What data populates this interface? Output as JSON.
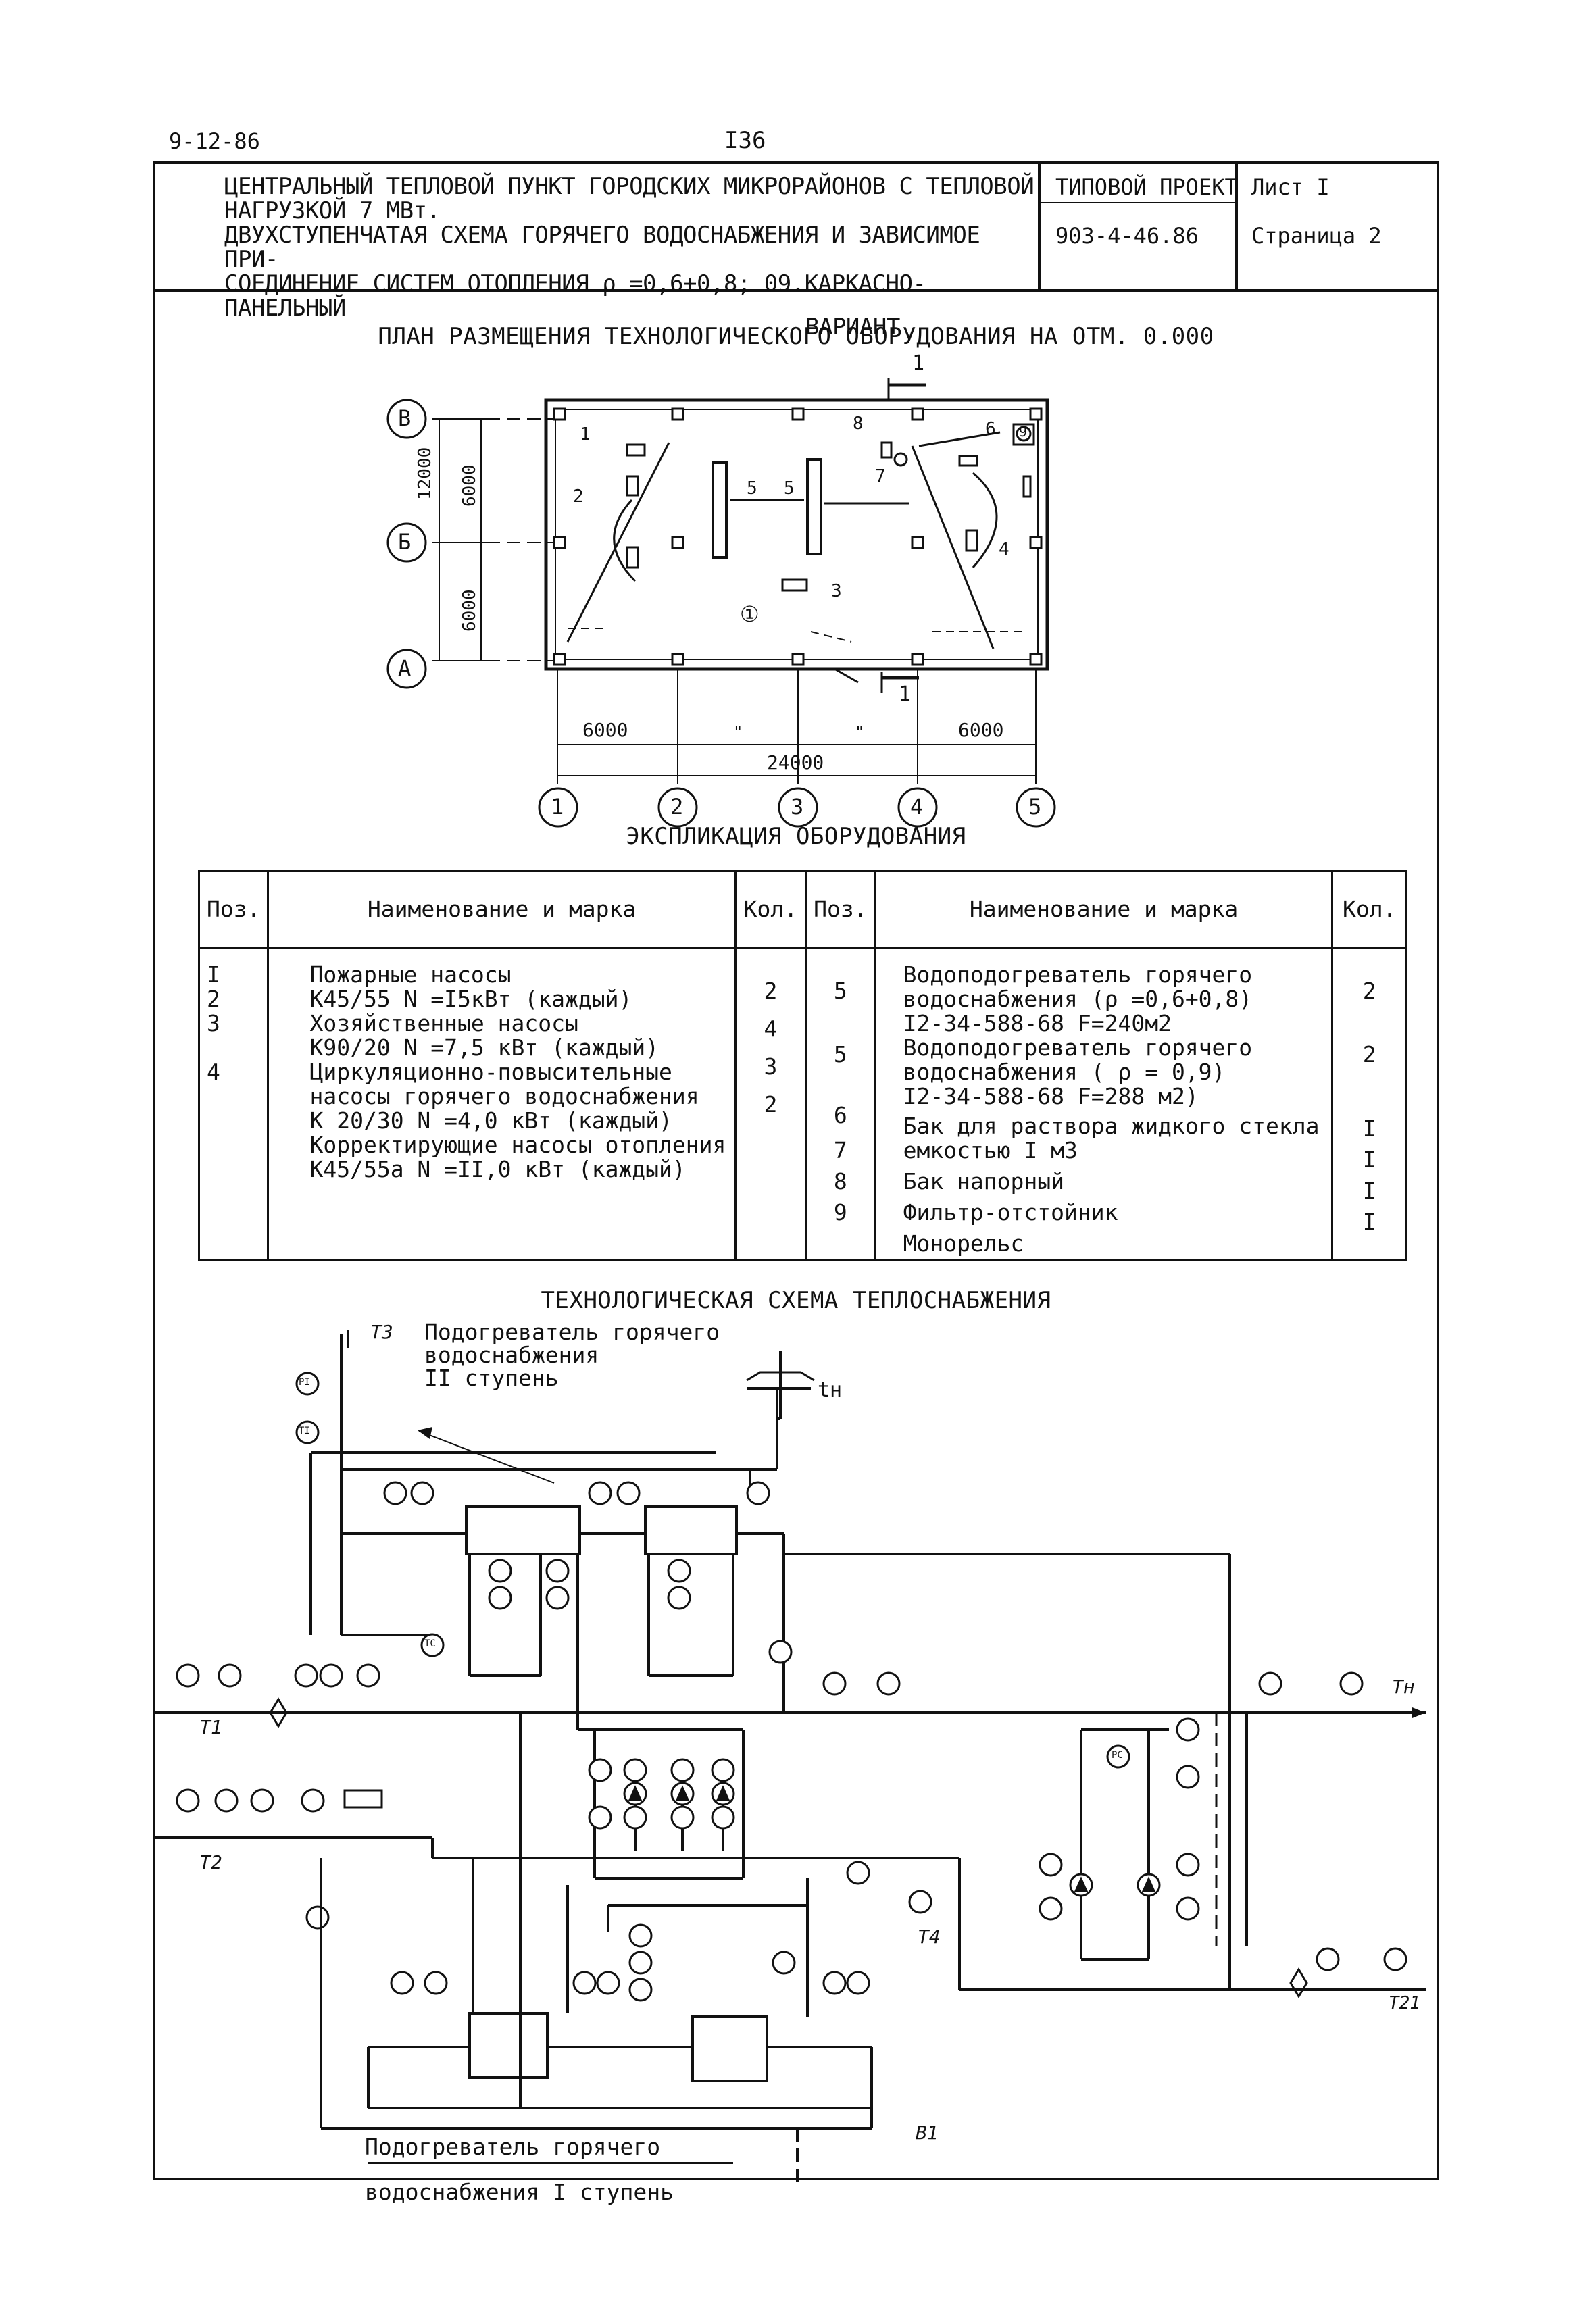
{
  "page": {
    "date": "9-12-86",
    "page_number": "I36"
  },
  "header": {
    "title_lines": [
      "ЦЕНТРАЛЬНЫЙ ТЕПЛОВОЙ ПУНКТ ГОРОДСКИХ МИКРОРАЙОНОВ С ТЕПЛОВОЙ",
      "НАГРУЗКОЙ 7 МВт.",
      "ДВУХСТУПЕНЧАТАЯ СХЕМА ГОРЯЧЕГО ВОДОСНАБЖЕНИЯ И ЗАВИСИМОЕ ПРИ-",
      "СОЕДИНЕНИЕ СИСТЕМ ОТОПЛЕНИЯ ρ =0,6+0,8; 09.КАРКАСНО-ПАНЕЛЬНЫЙ",
      "ВАРИАНТ"
    ],
    "project_label": "ТИПОВОЙ ПРОЕКТ",
    "project_number": "903-4-46.86",
    "sheet": "Лист I",
    "page": "Страница 2"
  },
  "plan": {
    "title": "ПЛАН РАЗМЕЩЕНИЯ ТЕХНОЛОГИЧЕСКОГО ОБОРУДОВАНИЯ НА ОТМ. 0.000",
    "row_axes": [
      "В",
      "Б",
      "А"
    ],
    "col_axes": [
      "1",
      "2",
      "3",
      "4",
      "5"
    ],
    "dims_vertical": [
      "12000",
      "6000",
      "6000"
    ],
    "dims_horizontal": [
      "6000",
      "\"",
      "\"",
      "6000"
    ],
    "dim_total": "24000",
    "section_label": "1",
    "room_label": "①",
    "equipment_labels": [
      "1",
      "2",
      "3",
      "4",
      "5",
      "5",
      "6",
      "7",
      "8",
      "9"
    ]
  },
  "explication": {
    "title": "ЭКСПЛИКАЦИЯ ОБОРУДОВАНИЯ",
    "headers": [
      "Поз.",
      "Наименование и марка",
      "Кол.",
      "Поз.",
      "Наименование и марка",
      "Кол."
    ],
    "left": {
      "pos": [
        "I",
        "2",
        "3",
        "4"
      ],
      "names": [
        "Пожарные насосы",
        "К45/55  N =I5кВт (каждый)",
        "Хозяйственные насосы",
        "К90/20  N =7,5 кВт (каждый)",
        "Циркуляционно-повысительные",
        "насосы горячего водоснабжения",
        "К 20/30 N =4,0 кВт (каждый)",
        "Корректирующие насосы отопления",
        "К45/55а N =II,0 кВт (каждый)"
      ],
      "qty": [
        "2",
        "4",
        "3",
        "2"
      ]
    },
    "right": {
      "pos": [
        "5",
        "5",
        "6",
        "7",
        "8",
        "9"
      ],
      "names": [
        "Водоподогреватель горячего",
        "водоснабжения (ρ =0,6+0,8)",
        "I2-34-588-68 F=240м2",
        "Водоподогреватель горячего",
        "водоснабжения ( ρ = 0,9)",
        "I2-34-588-68  F=288 м2)",
        "Бак для раствора жидкого стекла",
        "емкостью I м3",
        "Бак напорный",
        "Фильтр-отстойник",
        "Монорельс"
      ],
      "qty": [
        "2",
        "2",
        "I",
        "I",
        "I",
        "I"
      ]
    }
  },
  "scheme": {
    "title": "ТЕХНОЛОГИЧЕСКАЯ СХЕМА ТЕПЛОСНАБЖЕНИЯ",
    "top_label": [
      "Подогреватель горячего",
      "водоснабжения",
      "II ступень"
    ],
    "bottom_label": [
      "Подогреватель горячего",
      "водоснабжения   I ступень"
    ],
    "pipe_labels": {
      "t3": "Т3",
      "t1": "Т1",
      "t2": "Т2",
      "tn_top": "tн",
      "tn": "Тн",
      "t4": "Т4",
      "t21": "Т21",
      "v1": "В1"
    },
    "instrument_tags": [
      "PI",
      "TI",
      "PC",
      "TC"
    ]
  }
}
